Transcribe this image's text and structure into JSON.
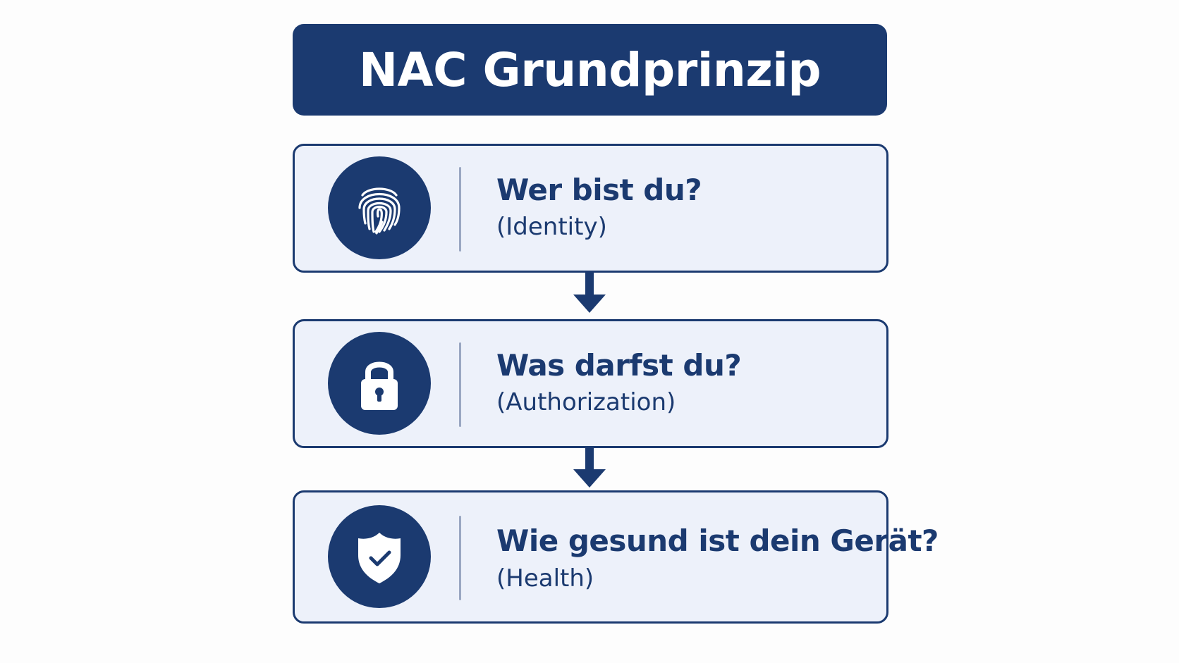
{
  "title": "NAC Grundprinzip",
  "steps": [
    {
      "title": "Wer bist du?",
      "subtitle": "(Identity)",
      "icon": "fingerprint-icon"
    },
    {
      "title": "Was darfst du?",
      "subtitle": "(Authorization)",
      "icon": "lock-icon"
    },
    {
      "title": "Wie gesund ist dein Gerät?",
      "subtitle": "(Health)",
      "icon": "shield-check-icon"
    }
  ],
  "colors": {
    "primary": "#1b3a70",
    "card_background": "#edf1fa",
    "divider": "#9aa7c2",
    "page_background": "#fdfdfd"
  }
}
